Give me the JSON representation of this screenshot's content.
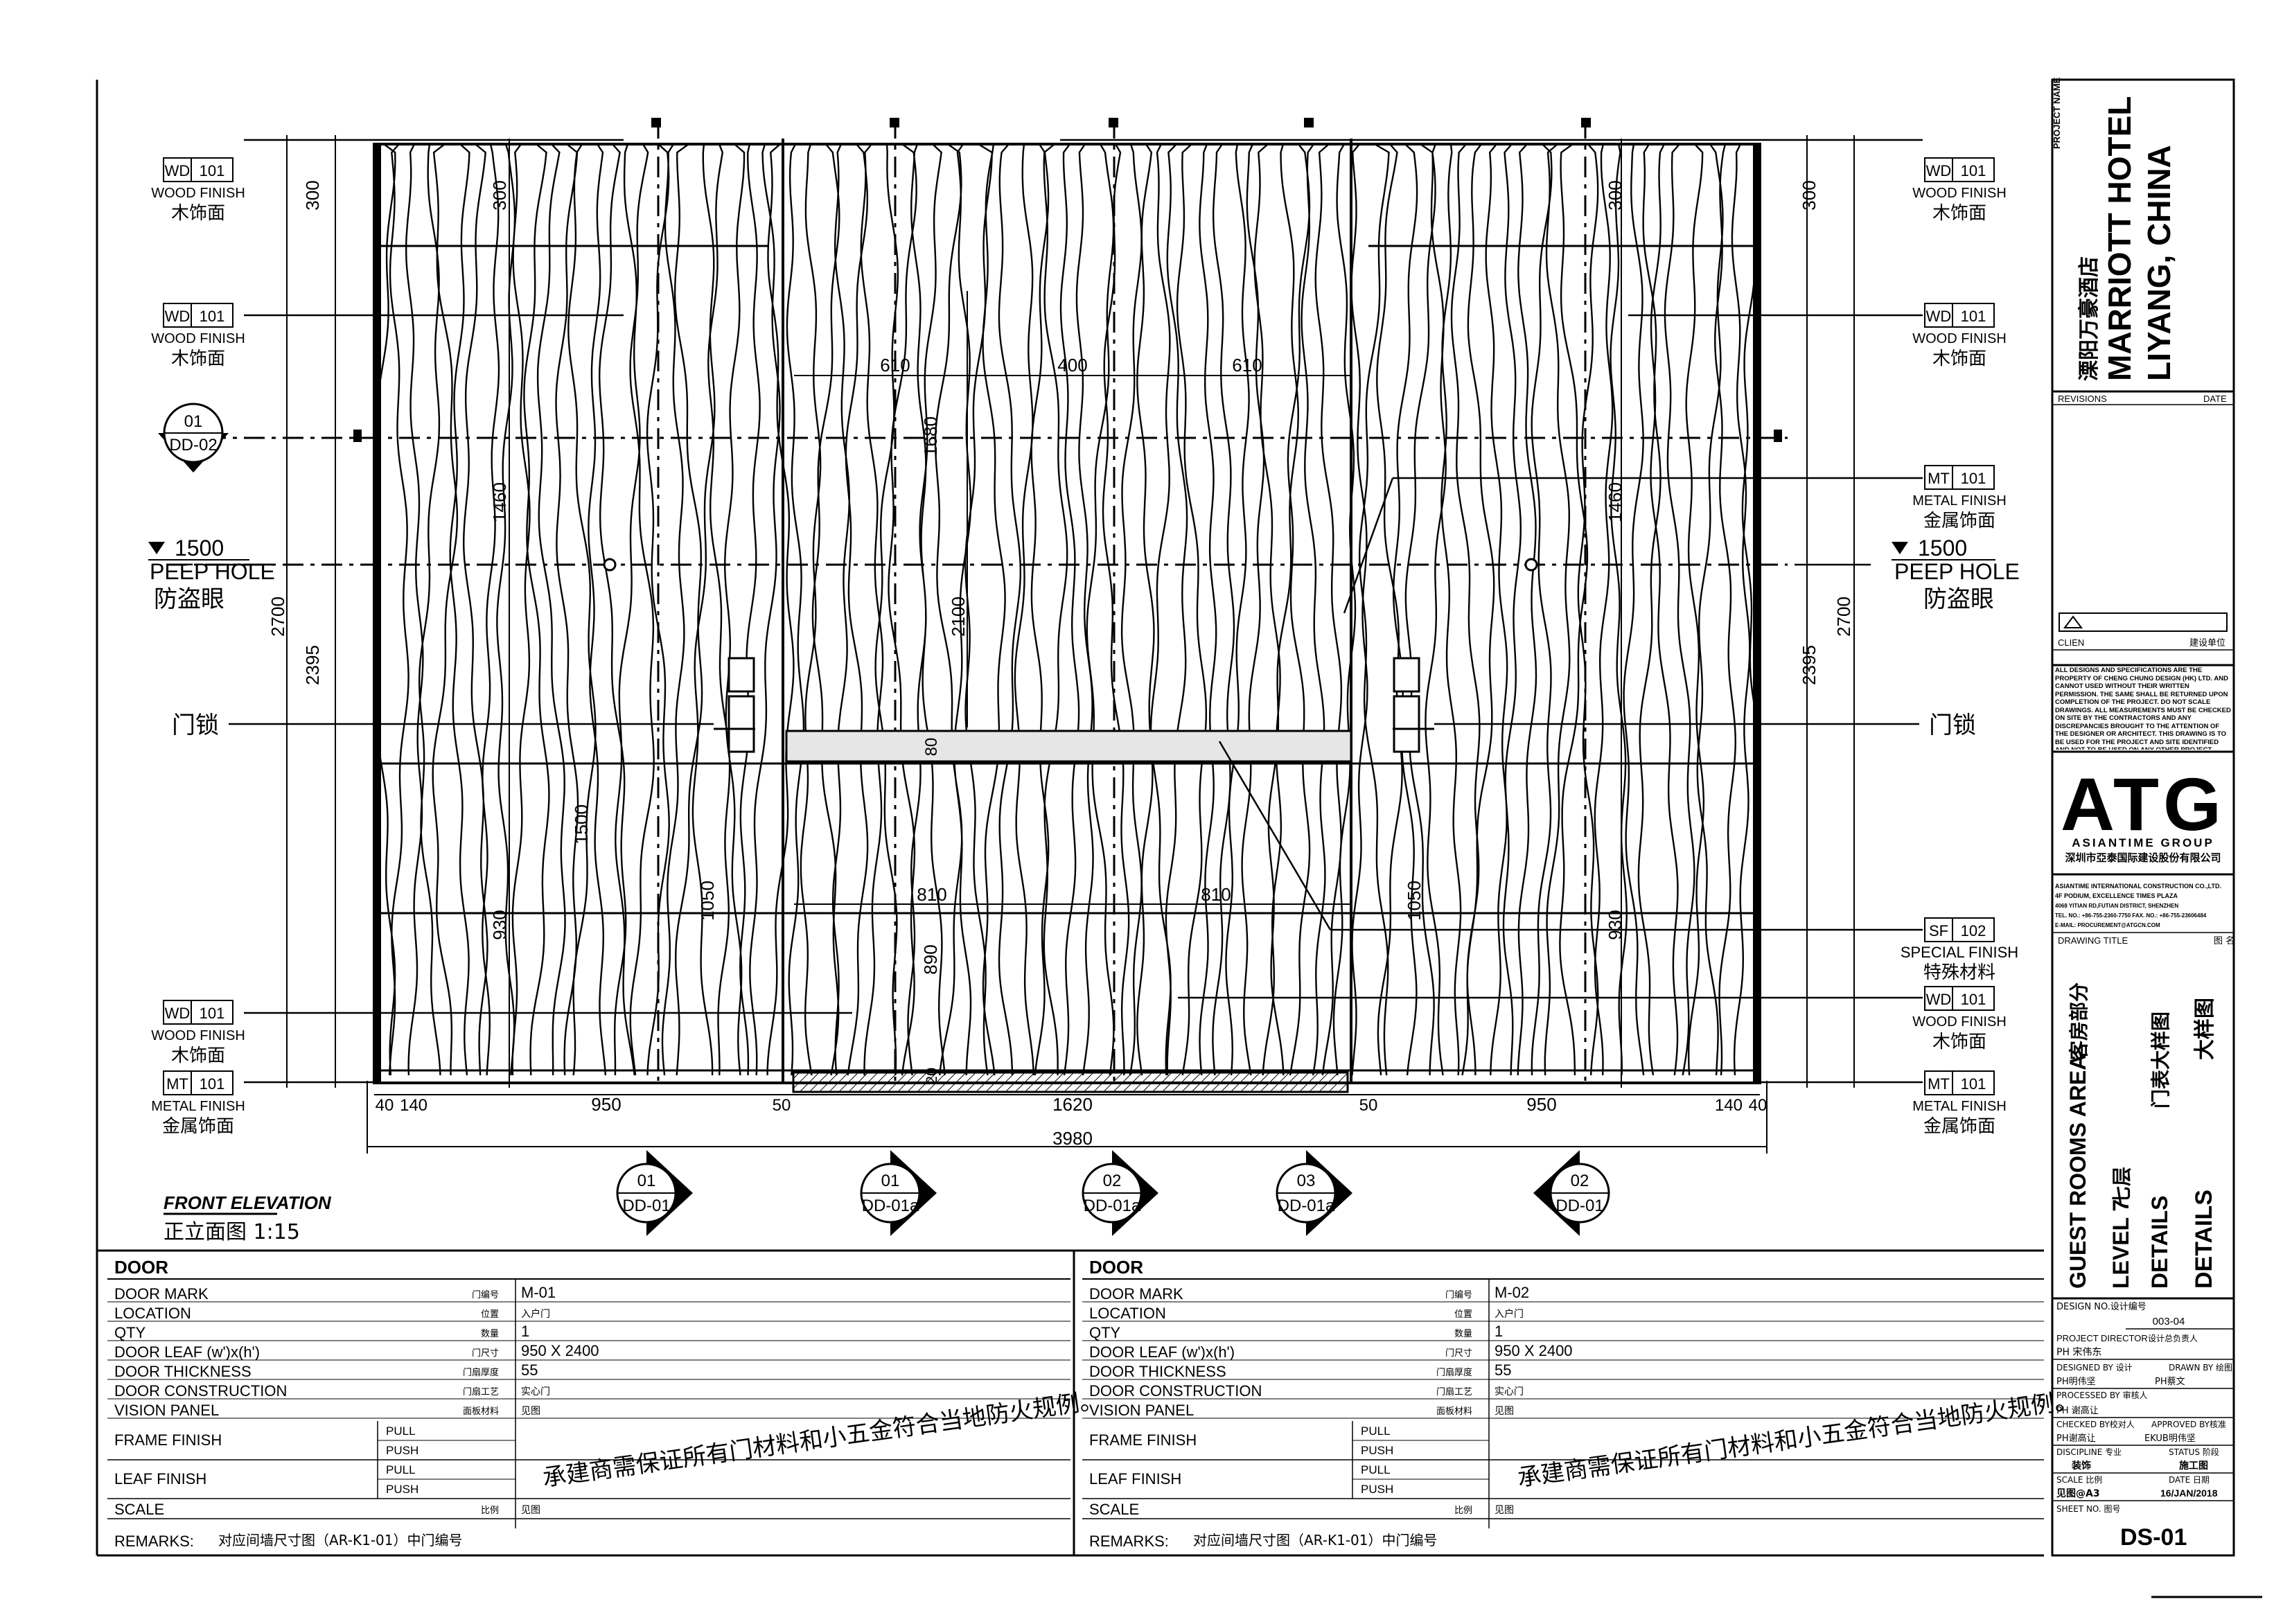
{
  "drawing": {
    "view_title": "FRONT ELEVATION",
    "view_title_cn": "正立面图 1:15",
    "door_left": {
      "mark": "01",
      "ref": "DD-02"
    },
    "peep_level": "1500",
    "peep_en": "PEEP HOLE",
    "peep_cn": "防盗眼",
    "lock_cn": "门锁",
    "tags": [
      {
        "code": "WD",
        "num": "101",
        "en": "WOOD FINISH",
        "cn": "木饰面"
      },
      {
        "code": "MT",
        "num": "101",
        "en": "METAL FINISH",
        "cn": "金属饰面"
      },
      {
        "code": "SF",
        "num": "102",
        "en": "SPECIAL FINISH",
        "cn": "特殊材料"
      }
    ],
    "dims": {
      "d300": "300",
      "d1460": "1460",
      "d2700": "2700",
      "d2395": "2395",
      "d1500": "1500",
      "d1050": "1050",
      "d930": "930",
      "d610": "610",
      "d400": "400",
      "d1680": "1680",
      "d2100": "2100",
      "d80": "80",
      "d810": "810",
      "d890": "890",
      "d20": "20",
      "b40": "40",
      "b140": "140",
      "b950": "950",
      "b50": "50",
      "b1620": "1620",
      "b3980": "3980"
    },
    "section_markers": [
      {
        "mark": "01",
        "ref": "DD-01"
      },
      {
        "mark": "01",
        "ref": "DD-01a"
      },
      {
        "mark": "02",
        "ref": "DD-01a"
      },
      {
        "mark": "03",
        "ref": "DD-01a"
      },
      {
        "mark": "02",
        "ref": "DD-01"
      }
    ]
  },
  "schedule": {
    "heading": "DOOR",
    "rows": [
      {
        "label": "DOOR MARK",
        "cn": "门编号"
      },
      {
        "label": "LOCATION",
        "cn": "位置"
      },
      {
        "label": "QTY",
        "cn": "数量"
      },
      {
        "label": "DOOR LEAF (w')x(h')",
        "cn": "门尺寸"
      },
      {
        "label": "DOOR THICKNESS",
        "cn": "门扇厚度"
      },
      {
        "label": "DOOR CONSTRUCTION",
        "cn": "门扇工艺"
      },
      {
        "label": "VISION PANEL",
        "cn": "面板材料"
      }
    ],
    "frame_finish": "FRAME FINISH",
    "leaf_finish": "LEAF FINISH",
    "pull": "PULL",
    "push": "PUSH",
    "scale_label": "SCALE",
    "scale_cn": "比例",
    "scale_value": "见图",
    "remarks_label": "REMARKS:",
    "remarks_text": "对应间墙尺寸图（AR-K1-01）中门编号",
    "note": "承建商需保证所有门材料和小五金符合当地防火规例。",
    "left": {
      "mark": "M-01",
      "location": "入户门",
      "qty": "1",
      "leaf": "950 X 2400",
      "thickness": "55",
      "construction": "实心门",
      "vision": "见图"
    },
    "right": {
      "mark": "M-02",
      "location": "入户门",
      "qty": "1",
      "leaf": "950 X 2400",
      "thickness": "55",
      "construction": "实心门",
      "vision": "见图"
    }
  },
  "title_block": {
    "project_name_label": "PROJECT NAME",
    "project_cn": "溧阳万豪酒店",
    "project_en1": "MARRIOTT HOTEL",
    "project_en2": "LIYANG, CHINA",
    "revisions": "REVISIONS",
    "date": "DATE",
    "client": "CLIEN",
    "client_cn": "建设单位",
    "disclaimer": "ALL DESIGNS AND SPECIFICATIONS ARE THE PROPERTY OF CHENG CHUNG DESIGN (HK) LTD. AND CANNOT USED WITHOUT THEIR WRITTEN PERMISSION. THE SAME SHALL BE RETURNED UPON COMPLETION OF THE PROJECT. DO NOT SCALE DRAWINGS. ALL MEASUREMENTS MUST BE CHECKED ON SITE BY THE CONTRACTORS AND ANY DISCREPANCIES BROUGHT TO THE ATTENTION OF THE DESIGNER OR ARCHITECT. THIS DRAWING IS TO BE USED FOR THE PROJECT AND SITE IDENTIFIED AND NOT TO BE USED ON ANY OTHER PROJECT.",
    "logo": "ATG",
    "logo_sub": "ASIANTIME GROUP",
    "company_cn": "深圳市亞泰国际建设股份有限公司",
    "company_en": "ASIANTIME INTERNATIONAL CONSTRUCTION CO.,LTD.",
    "address1": "4F PODIUM, EXCELLENCE TIMES PLAZA",
    "address2": "4068 YITIAN RD,FUTIAN DISTRICT, SHENZHEN",
    "tel": "TEL. NO.: +86-755-2360-7750  FAX. NO.: +86-755-23606484",
    "email": "E-MAIL: PROCUREMENT@ATGCN.COM",
    "drawing_title_label": "DRAWING TITLE",
    "drawing_title_cn_label": "图 名",
    "area_en": "GUEST ROOMS AREA",
    "area_cn": "客房部分",
    "level_en": "LEVEL 7",
    "level_cn": "七层",
    "details1": "DETAILS",
    "details1_cn": "门表大样图",
    "details2": "DETAILS",
    "details2_cn": "大样图",
    "design_no_label": "DESIGN NO.设计编号",
    "design_no": "003-04",
    "project_director": "PROJECT DIRECTOR",
    "project_director_cn": "设计总负责人",
    "pd_name": "PH  宋伟东",
    "designed_by": "DESIGNED BY 设计",
    "drawn_by": "DRAWN BY 绘图",
    "designer_name": "PH明伟坚",
    "drawn_name": "PH蔡文",
    "processed_by": "PROCESSED BY 审核人",
    "processed_name": "PH  谢高让",
    "checked_by": "CHECKED BY校对人",
    "approved_by": "APPROVED BY核准",
    "checked_name": "PH谢高让",
    "approved_name": "EKUB明伟坚",
    "discipline_label": "DISCIPLINE 专业",
    "status_label": "STATUS 阶段",
    "discipline": "装饰",
    "status": "施工图",
    "scale_label": "SCALE 比例",
    "date_label": "DATE 日期",
    "scale": "见图@A3",
    "date_value": "16/JAN/2018",
    "sheet_no_label": "SHEET NO. 图号",
    "sheet_no": "DS-01"
  }
}
